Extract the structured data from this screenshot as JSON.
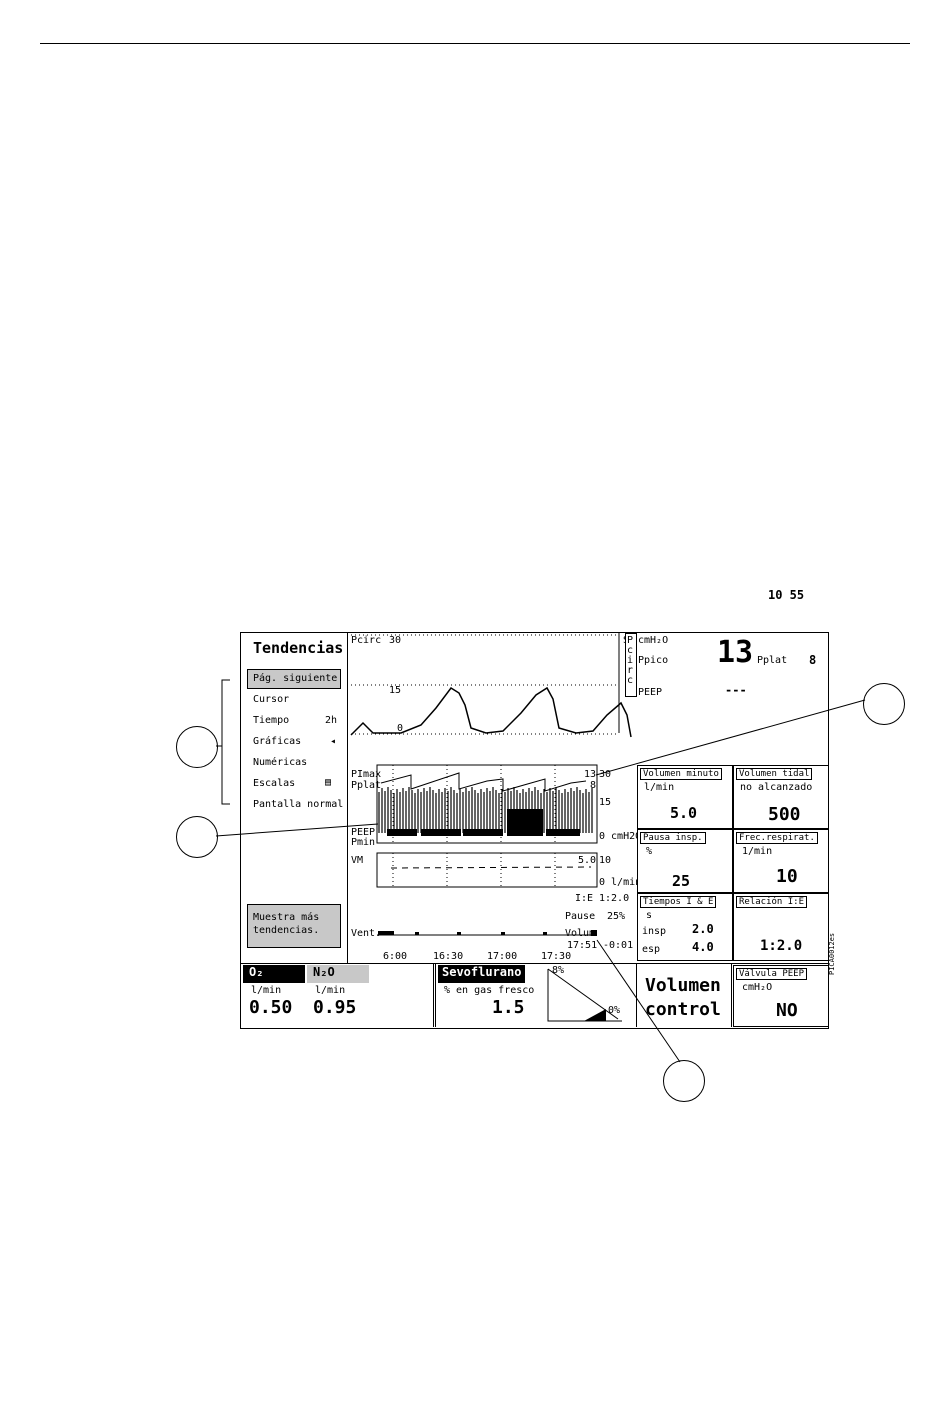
{
  "top_time": "10 55",
  "menu": {
    "title": "Tendencias",
    "items": [
      {
        "label": "Pág. siguiente"
      },
      {
        "label": "Cursor"
      },
      {
        "label": "Tiempo",
        "value": "2h"
      },
      {
        "label": "Gráficas"
      },
      {
        "label": "Numéricas"
      },
      {
        "label": "Escalas"
      },
      {
        "label": "Pantalla normal"
      }
    ],
    "hint": "Muestra más tendencias."
  },
  "pressure": {
    "label": "Pcirc",
    "top": "30",
    "mid": "15",
    "zero": "0",
    "mark": "S",
    "vertical_label": "Pcirc",
    "unit": "cmH₂O",
    "ppico_label": "Ppico",
    "ppico_value": "13",
    "pplat_label": "Pplat",
    "pplat_value": "8",
    "peep_label": "PEEP",
    "peep_value": "---"
  },
  "trend": {
    "pimax": "PImax",
    "pplat": "Pplat",
    "val_13": "13",
    "val_8": "8",
    "s30": "30",
    "s15": "15",
    "s0": "0 cmH2O",
    "peep": "PEEP",
    "pmin": "Pmin",
    "vm": "VM",
    "vm_val": "5.0",
    "vm_s10": "10",
    "vm_s0": "0 l/min",
    "ie_label": "I:E",
    "ie_val": "1:2.0",
    "pause_label": "Pause",
    "pause_val": "25%",
    "vent_label": "Vent.",
    "vent_mode": "Volum",
    "time_now": "17:51",
    "time_off": "-0:01",
    "times": [
      "6:00",
      "16:30",
      "17:00",
      "17:30"
    ]
  },
  "cells": {
    "vol_min": {
      "title": "Volumen minuto",
      "unit": "l/min",
      "value": "5.0"
    },
    "vol_tidal": {
      "title": "Volumen tidal",
      "sub": "no alcanzado",
      "value": "500"
    },
    "pausa": {
      "title": "Pausa insp.",
      "unit": "%",
      "value": "25"
    },
    "frec": {
      "title": "Frec.respirat.",
      "unit": "1/min",
      "value": "10"
    },
    "tiempos": {
      "title": "Tiempos I & E",
      "unit": "s",
      "insp_label": "insp",
      "insp_value": "2.0",
      "esp_label": "esp",
      "esp_value": "4.0"
    },
    "relacion": {
      "title": "Relación I:E",
      "value": "1:2.0"
    }
  },
  "bottom": {
    "o2": {
      "label": "O₂",
      "unit": "l/min",
      "value": "0.50"
    },
    "n2o": {
      "label": "N₂O",
      "unit": "l/min",
      "value": "0.95"
    },
    "sevo": {
      "label": "Sevoflurano",
      "sub": "% en gas fresco",
      "value": "1.5",
      "max": "8%",
      "min": "0%"
    },
    "mode": {
      "line1": "Volumen",
      "line2": "control"
    },
    "peep": {
      "title": "Válvula PEEP",
      "unit": "cmH₂O",
      "value": "NO"
    }
  },
  "side_code": "PICA0012es"
}
